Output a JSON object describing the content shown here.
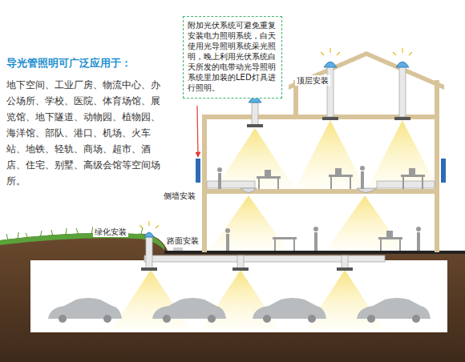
{
  "diagram": {
    "title": "导光管照明可广泛应用于：",
    "nodes": [
      {
        "text": [
          "附加光伏系统可避免重复安装电力照明系统，白天使用光导照明系统采光照明，晚上利用光伏系统白天所发的电带动光导照明系统里加装的LED灯具进行照明。"
        ]
      }
    ],
    "labels": [
      "地下空间、工业厂房、物流中心、办公场所、学校、医院、体育场馆、展览馆、地下隧道、动物园、植物园、海洋馆、部队、港口、机场、火车站、地铁、轻轨、商场、超市、酒店、住宅、别墅、高级会馆等空间场所。",
      "顶层安装",
      "侧墙安装",
      "绿化安装",
      "路面安装"
    ]
  }
}
